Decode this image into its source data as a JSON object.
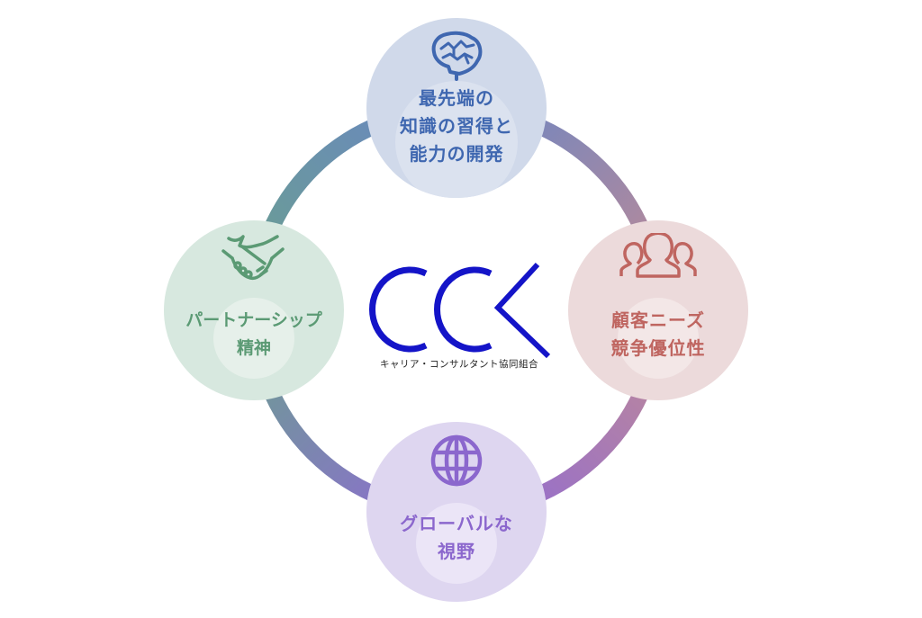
{
  "diagram": {
    "type": "cycle",
    "center_logo": {
      "mark": "CCK",
      "caption": "キャリア・コンサルタント協同組合",
      "color": "#1414c8"
    },
    "ring": {
      "stroke_width": 18,
      "gradient_colors": {
        "top": "#6a86c3",
        "right": "#c08a96",
        "bottom": "#8f6ad4",
        "left": "#6aa08e"
      }
    },
    "nodes": [
      {
        "id": "top",
        "icon": "brain-icon",
        "lines": [
          "最先端の",
          "知識の習得と",
          "能力の開発"
        ],
        "color": "#3f67b0",
        "bg": "#d0d9ea"
      },
      {
        "id": "right",
        "icon": "people-group-icon",
        "lines": [
          "顧客ニーズ",
          "競争優位性"
        ],
        "color": "#bf6560",
        "bg": "#ecdadb"
      },
      {
        "id": "bottom",
        "icon": "globe-icon",
        "lines": [
          "グローバルな",
          "視野"
        ],
        "color": "#8b67cd",
        "bg": "#ded6f0"
      },
      {
        "id": "left",
        "icon": "handshake-icon",
        "lines": [
          "パートナーシップ",
          "精神"
        ],
        "color": "#5b9a74",
        "bg": "#d7e8df"
      }
    ]
  }
}
